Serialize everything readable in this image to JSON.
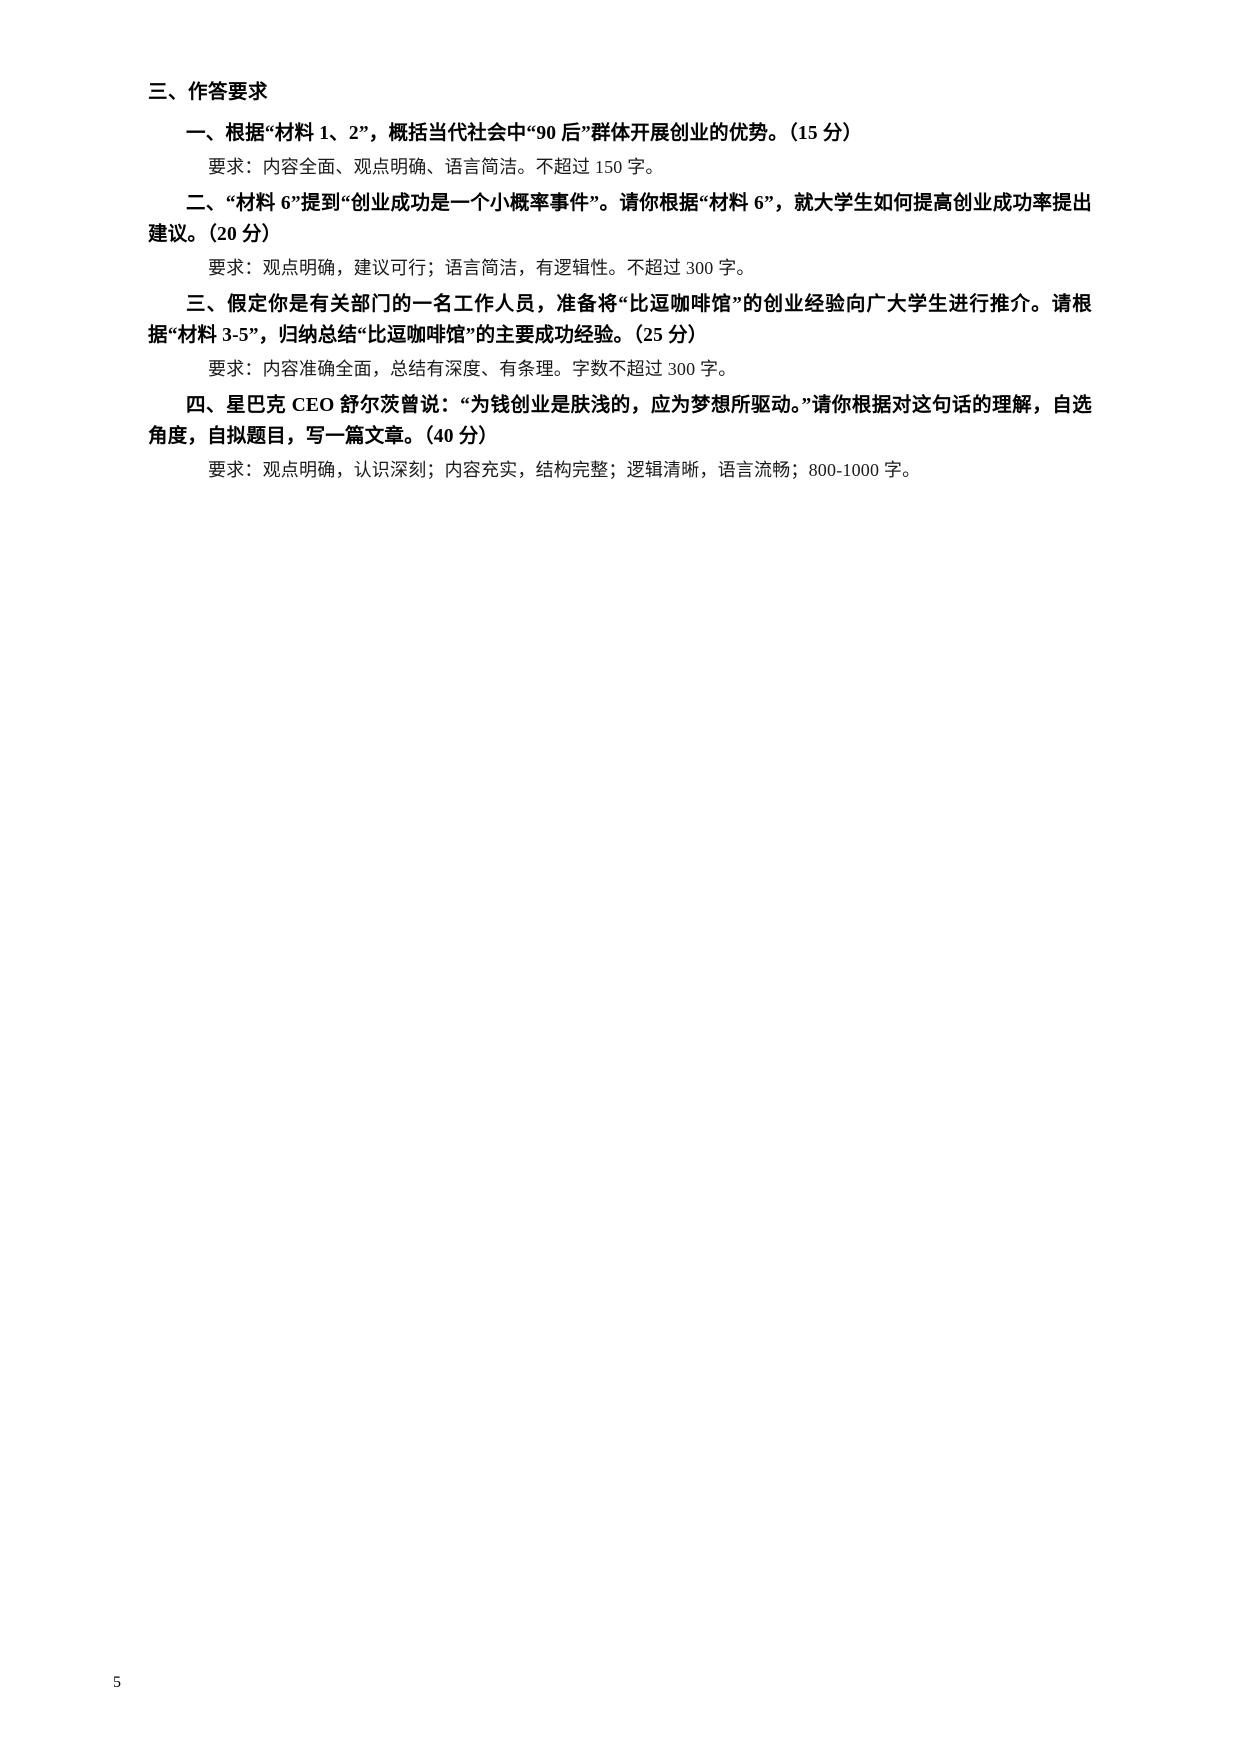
{
  "document": {
    "section_heading": "三、作答要求",
    "page_number": "5",
    "questions": [
      {
        "statement": "一、根据“材料 1、2”，概括当代社会中“90 后”群体开展创业的优势。（15 分）",
        "requirement": "要求：内容全面、观点明确、语言简洁。不超过 150 字。"
      },
      {
        "statement": "二、“材料 6”提到“创业成功是一个小概率事件”。请你根据“材料 6”，就大学生如何提高创业成功率提出建议。（20 分）",
        "requirement": "要求：观点明确，建议可行；语言简洁，有逻辑性。不超过 300 字。"
      },
      {
        "statement": "三、假定你是有关部门的一名工作人员，准备将“比逗咖啡馆”的创业经验向广大学生进行推介。请根据“材料 3-5”，归纳总结“比逗咖啡馆”的主要成功经验。（25 分）",
        "requirement": "要求：内容准确全面，总结有深度、有条理。字数不超过 300 字。"
      },
      {
        "statement": "四、星巴克 CEO 舒尔茨曾说：“为钱创业是肤浅的，应为梦想所驱动。”请你根据对这句话的理解，自选角度，自拟题目，写一篇文章。（40 分）",
        "requirement": "要求：观点明确，认识深刻；内容充实，结构完整；逻辑清晰，语言流畅；800-1000 字。"
      }
    ]
  }
}
